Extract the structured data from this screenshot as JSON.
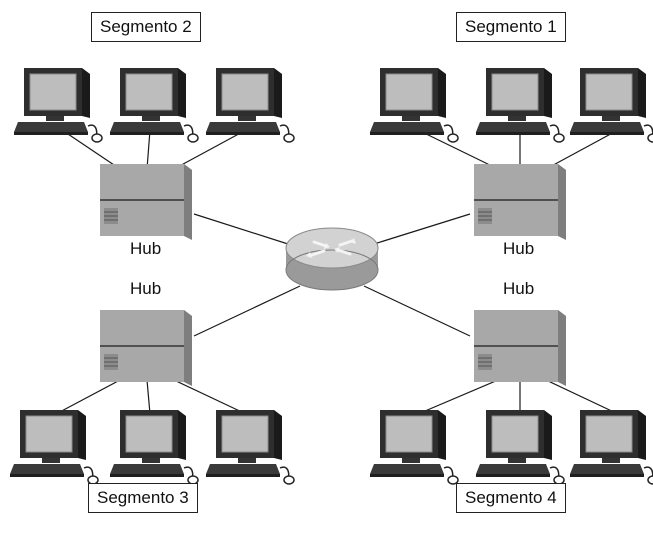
{
  "segments": [
    {
      "id": "seg2",
      "label": "Segmento 2"
    },
    {
      "id": "seg1",
      "label": "Segmento 1"
    },
    {
      "id": "seg3",
      "label": "Segmento 3"
    },
    {
      "id": "seg4",
      "label": "Segmento 4"
    }
  ],
  "hubs": [
    {
      "id": "hub-top-left",
      "label": "Hub"
    },
    {
      "id": "hub-top-right",
      "label": "Hub"
    },
    {
      "id": "hub-bottom-left",
      "label": "Hub"
    },
    {
      "id": "hub-bottom-right",
      "label": "Hub"
    }
  ],
  "colors": {
    "line": "#1a1a1a",
    "device_gray": "#a9a9a9",
    "device_dark": "#3a3a3a",
    "screen": "#bfbfbf",
    "router": "#c8c8c8"
  }
}
